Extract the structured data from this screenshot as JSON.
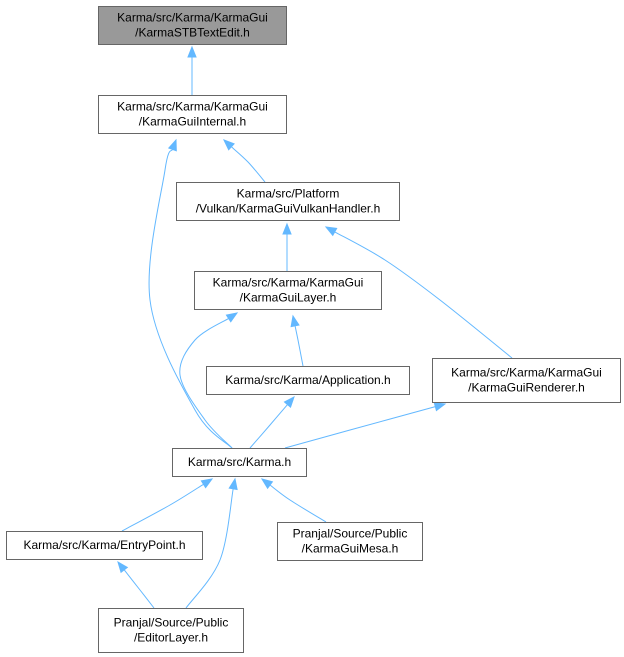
{
  "diagram": {
    "nodes": [
      {
        "id": "stb",
        "lines": [
          "Karma/src/Karma/KarmaGui",
          "/KarmaSTBTextEdit.h"
        ],
        "highlighted": true
      },
      {
        "id": "internal",
        "lines": [
          "Karma/src/Karma/KarmaGui",
          "/KarmaGuiInternal.h"
        ]
      },
      {
        "id": "vulkan",
        "lines": [
          "Karma/src/Platform",
          "/Vulkan/KarmaGuiVulkanHandler.h"
        ]
      },
      {
        "id": "layer",
        "lines": [
          "Karma/src/Karma/KarmaGui",
          "/KarmaGuiLayer.h"
        ]
      },
      {
        "id": "application",
        "lines": [
          "Karma/src/Karma/Application.h"
        ]
      },
      {
        "id": "renderer",
        "lines": [
          "Karma/src/Karma/KarmaGui",
          "/KarmaGuiRenderer.h"
        ]
      },
      {
        "id": "karma",
        "lines": [
          "Karma/src/Karma.h"
        ]
      },
      {
        "id": "entrypoint",
        "lines": [
          "Karma/src/Karma/EntryPoint.h"
        ]
      },
      {
        "id": "mesa",
        "lines": [
          "Pranjal/Source/Public",
          "/KarmaGuiMesa.h"
        ]
      },
      {
        "id": "editor",
        "lines": [
          "Pranjal/Source/Public",
          "/EditorLayer.h"
        ]
      }
    ],
    "edges": [
      {
        "from": "internal",
        "to": "stb"
      },
      {
        "from": "vulkan",
        "to": "internal"
      },
      {
        "from": "karma",
        "to": "internal"
      },
      {
        "from": "layer",
        "to": "vulkan"
      },
      {
        "from": "renderer",
        "to": "vulkan"
      },
      {
        "from": "application",
        "to": "layer"
      },
      {
        "from": "karma",
        "to": "layer"
      },
      {
        "from": "karma",
        "to": "application"
      },
      {
        "from": "karma",
        "to": "renderer"
      },
      {
        "from": "entrypoint",
        "to": "karma"
      },
      {
        "from": "mesa",
        "to": "karma"
      },
      {
        "from": "editor",
        "to": "karma"
      },
      {
        "from": "editor",
        "to": "entrypoint"
      }
    ],
    "colors": {
      "edge": "#63b8ff",
      "node_border": "#666666",
      "node_fill": "#ffffff",
      "highlight_fill": "#999999"
    }
  }
}
